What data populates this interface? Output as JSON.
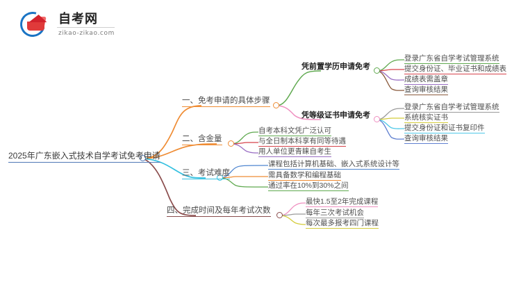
{
  "logo": {
    "name_cn": "自考网",
    "url": "zikao-zikao.com",
    "mark_icon": "graduation-cap-icon",
    "colors": {
      "ring": "#1a74c4",
      "cap": "#e03a3a"
    }
  },
  "mindmap": {
    "root": {
      "label": "2025年广东嵌入式技术自学考试免考申请",
      "underline_color": "#4f78b5"
    },
    "branches": [
      {
        "label": "一、免考申请的具体步骤",
        "color": "#ef8c34",
        "children": [
          {
            "label": "凭前置学历申请免考",
            "color": "#5fa94f",
            "children": [
              {
                "label": "登录广东省自学考试管理系统",
                "color": "#5fa94f"
              },
              {
                "label": "提交身份证、毕业证书和成绩表",
                "color": "#d6424a"
              },
              {
                "label": "成绩表需盖章",
                "color": "#9a6fc4"
              },
              {
                "label": "查询审核结果",
                "color": "#8a5a3c"
              }
            ]
          },
          {
            "label": "凭等级证书申请免考",
            "color": "#ef8fc0",
            "children": [
              {
                "label": "登录广东省自学考试管理系统",
                "color": "#9a9a9a"
              },
              {
                "label": "系统核实证书",
                "color": "#d4cc3a"
              },
              {
                "label": "提交身份证和证书复印件",
                "color": "#4ec8e8"
              },
              {
                "label": "查询审核结果",
                "color": "#5f7fd0"
              }
            ]
          }
        ]
      },
      {
        "label": "二、含金量",
        "color": "#ef8c34",
        "children": [
          {
            "label": "自考本科文凭广泛认可",
            "color": "#5fa94f"
          },
          {
            "label": "与全日制本科享有同等待遇",
            "color": "#d6424a"
          },
          {
            "label": "用人单位更青睐自考生",
            "color": "#9a6fc4"
          }
        ]
      },
      {
        "label": "三、考试难度",
        "color": "#33c0e0",
        "children": [
          {
            "label": "课程包括计算机基础、嵌入式系统设计等",
            "color": "#4f86d0"
          },
          {
            "label": "需具备数学和编程基础",
            "color": "#ef8c34"
          },
          {
            "label": "通过率在10%到30%之间",
            "color": "#5fa94f"
          }
        ]
      },
      {
        "label": "四、完成时间及每年考试次数",
        "color": "#8a4c4c",
        "children": [
          {
            "label": "最快1.5至2年完成课程",
            "color": "#ef8fc0"
          },
          {
            "label": "每年三次考试机会",
            "color": "#9a9a9a"
          },
          {
            "label": "每次最多报考四门课程",
            "color": "#d4cc3a"
          }
        ]
      }
    ]
  }
}
